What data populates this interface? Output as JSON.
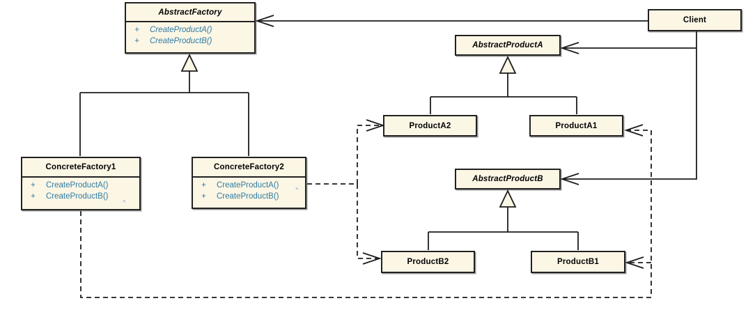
{
  "diagram_type": "UML class diagram — Abstract Factory design pattern",
  "colors": {
    "background": "#FFFFFF",
    "class_fill": "#FCF6E5",
    "class_border": "#212121",
    "operation_text": "#2F7CA3",
    "connector": "#1C1C1C"
  },
  "classes": {
    "abstract_factory": {
      "name": "AbstractFactory",
      "abstract": true,
      "operations": [
        {
          "vis": "+",
          "sig": "CreateProductA()"
        },
        {
          "vis": "+",
          "sig": "CreateProductB()"
        }
      ]
    },
    "concrete_factory1": {
      "name": "ConcreteFactory1",
      "abstract": false,
      "operations": [
        {
          "vis": "+",
          "sig": "CreateProductA()"
        },
        {
          "vis": "+",
          "sig": "CreateProductB()"
        }
      ]
    },
    "concrete_factory2": {
      "name": "ConcreteFactory2",
      "abstract": false,
      "operations": [
        {
          "vis": "+",
          "sig": "CreateProductA()"
        },
        {
          "vis": "+",
          "sig": "CreateProductB()"
        }
      ]
    },
    "client": {
      "name": "Client",
      "abstract": false
    },
    "abstract_product_a": {
      "name": "AbstractProductA",
      "abstract": true
    },
    "product_a2": {
      "name": "ProductA2",
      "abstract": false
    },
    "product_a1": {
      "name": "ProductA1",
      "abstract": false
    },
    "abstract_product_b": {
      "name": "AbstractProductB",
      "abstract": true
    },
    "product_b2": {
      "name": "ProductB2",
      "abstract": false
    },
    "product_b1": {
      "name": "ProductB1",
      "abstract": false
    }
  },
  "relationships": [
    {
      "from": "Client",
      "to": "AbstractFactory",
      "type": "association-arrow"
    },
    {
      "from": "Client",
      "to": "AbstractProductA",
      "type": "association-arrow"
    },
    {
      "from": "Client",
      "to": "AbstractProductB",
      "type": "association-arrow"
    },
    {
      "from": "ConcreteFactory1",
      "to": "AbstractFactory",
      "type": "generalization"
    },
    {
      "from": "ConcreteFactory2",
      "to": "AbstractFactory",
      "type": "generalization"
    },
    {
      "from": "ProductA2",
      "to": "AbstractProductA",
      "type": "generalization"
    },
    {
      "from": "ProductA1",
      "to": "AbstractProductA",
      "type": "generalization"
    },
    {
      "from": "ProductB2",
      "to": "AbstractProductB",
      "type": "generalization"
    },
    {
      "from": "ProductB1",
      "to": "AbstractProductB",
      "type": "generalization"
    },
    {
      "from": "ConcreteFactory2",
      "to": "ProductA2",
      "type": "dependency-dashed"
    },
    {
      "from": "ConcreteFactory2",
      "to": "ProductB2",
      "type": "dependency-dashed"
    },
    {
      "from": "ConcreteFactory1",
      "to": "ProductA1",
      "type": "dependency-dashed"
    },
    {
      "from": "ConcreteFactory1",
      "to": "ProductB1",
      "type": "dependency-dashed"
    }
  ],
  "artifact_mark": {
    "glyph": "”"
  }
}
